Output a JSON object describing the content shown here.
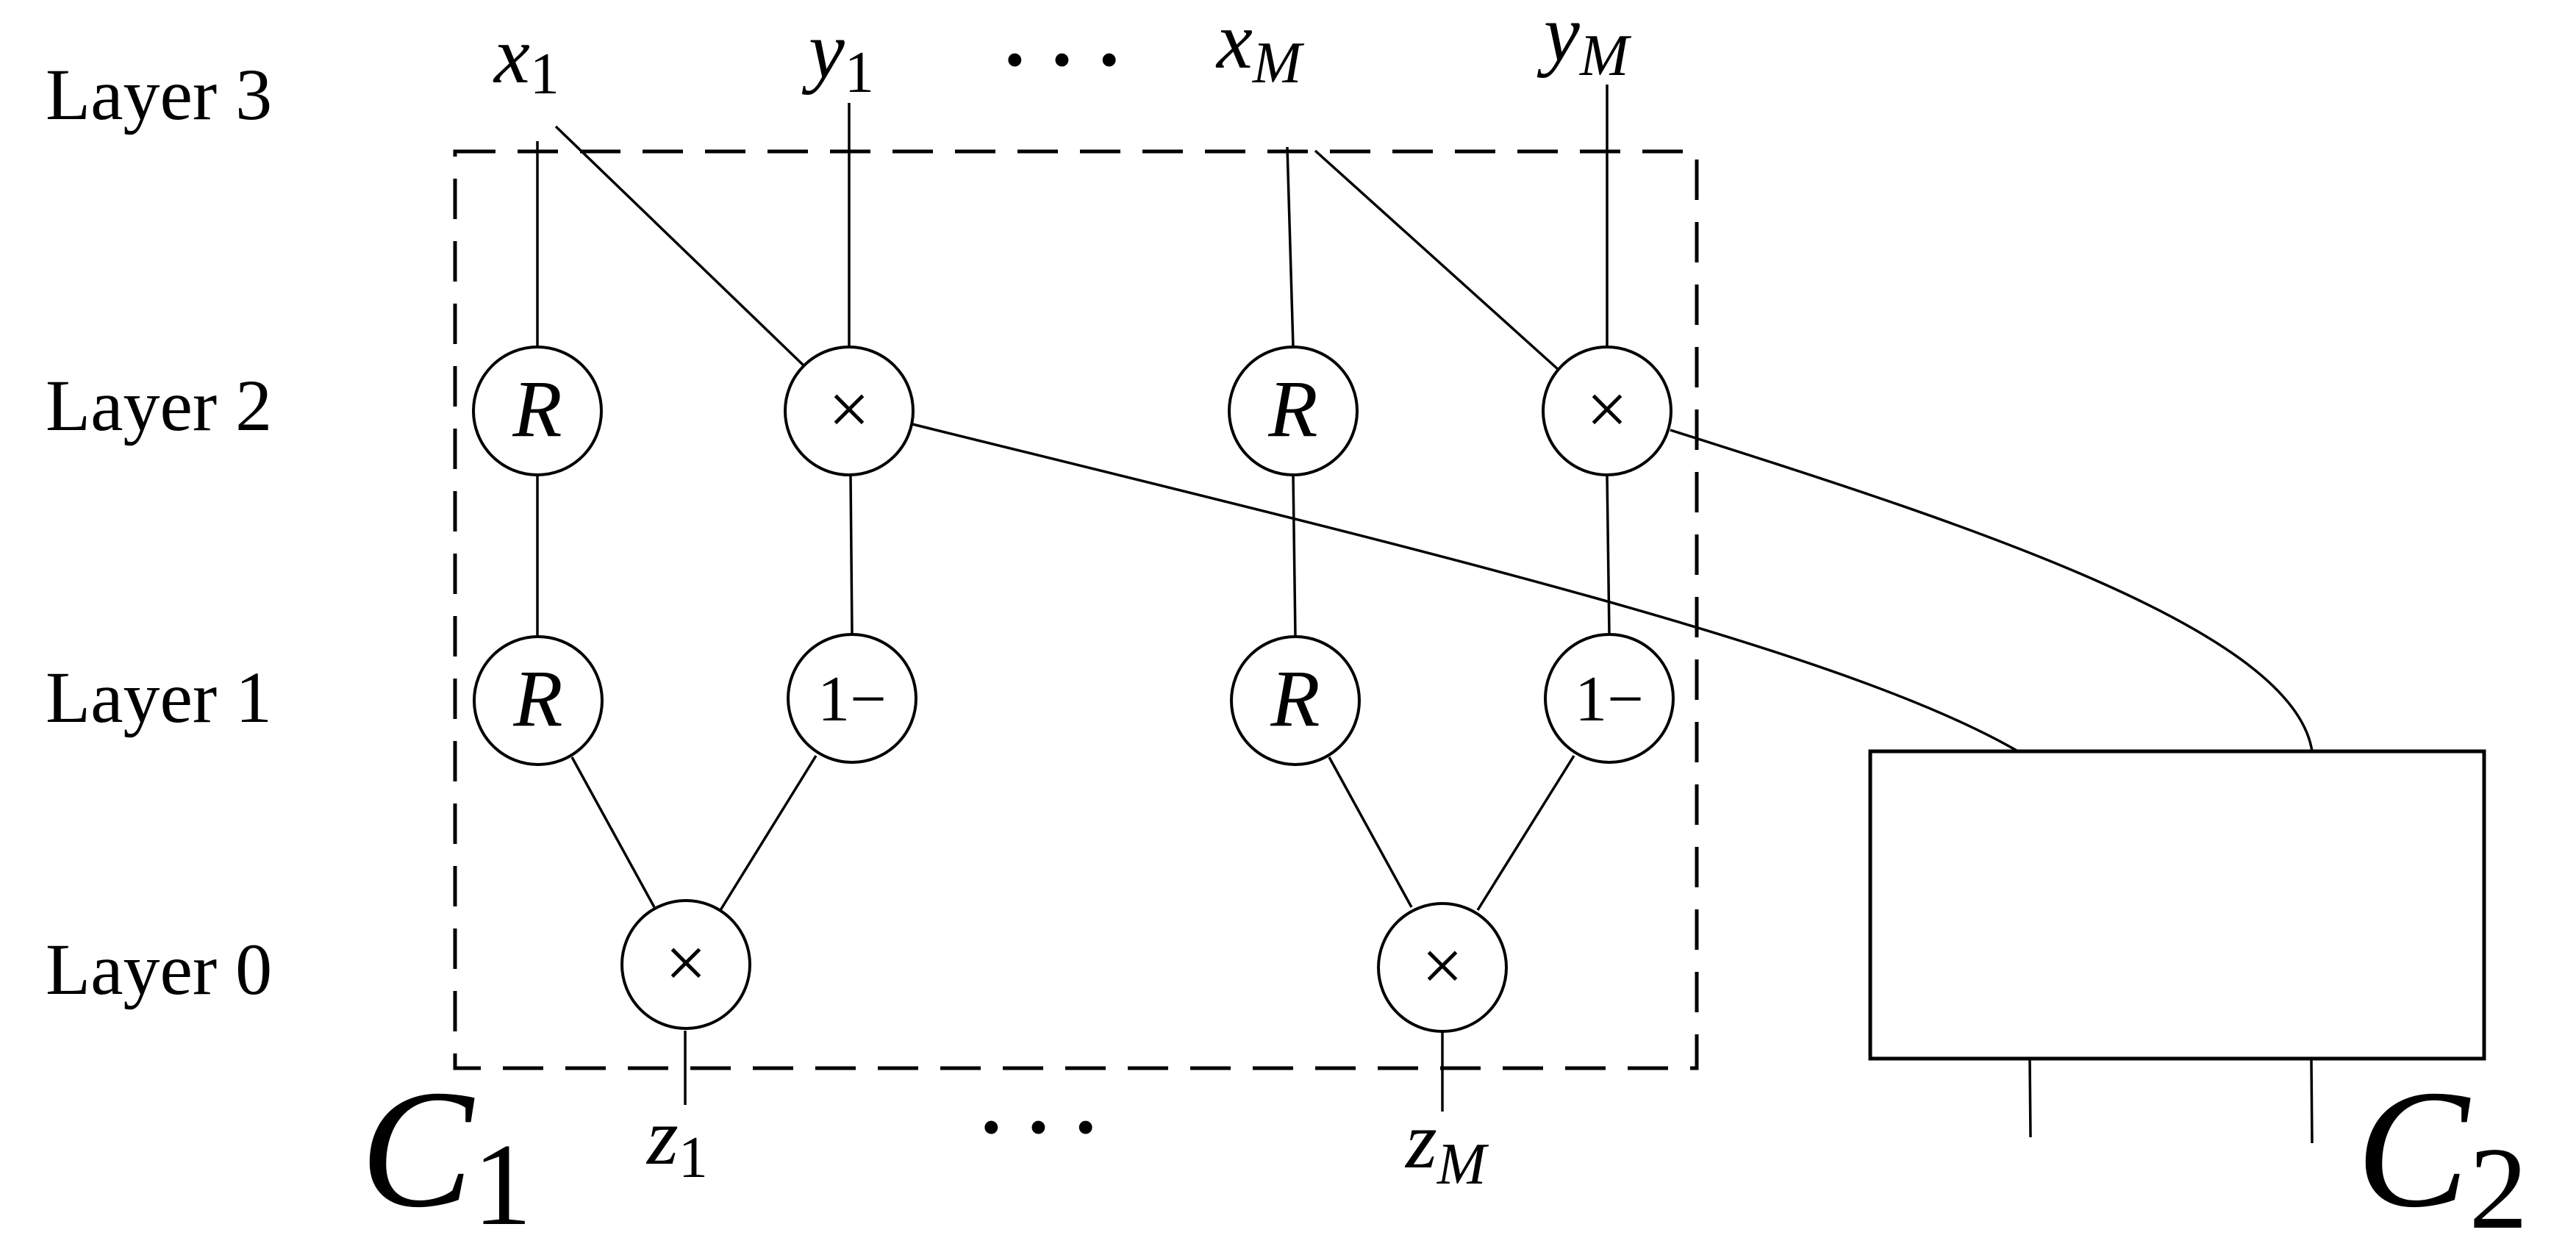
{
  "layers": [
    "Layer 3",
    "Layer 2",
    "Layer 1",
    "Layer 0"
  ],
  "inputs": {
    "x1": {
      "base": "x",
      "sub": "1"
    },
    "y1": {
      "base": "y",
      "sub": "1"
    },
    "xM": {
      "base": "x",
      "sub": "M"
    },
    "yM": {
      "base": "y",
      "sub": "M"
    },
    "ellipsis": "· · ·"
  },
  "nodes": {
    "relu": "R",
    "mult": "×",
    "one_minus": "1−"
  },
  "outputs": {
    "z1": {
      "base": "z",
      "sub": "1"
    },
    "zM": {
      "base": "z",
      "sub": "M"
    },
    "ellipsis": "· · ·"
  },
  "circuits": {
    "c1": {
      "base": "C",
      "sub": "1"
    },
    "c2": {
      "base": "C",
      "sub": "2"
    }
  }
}
